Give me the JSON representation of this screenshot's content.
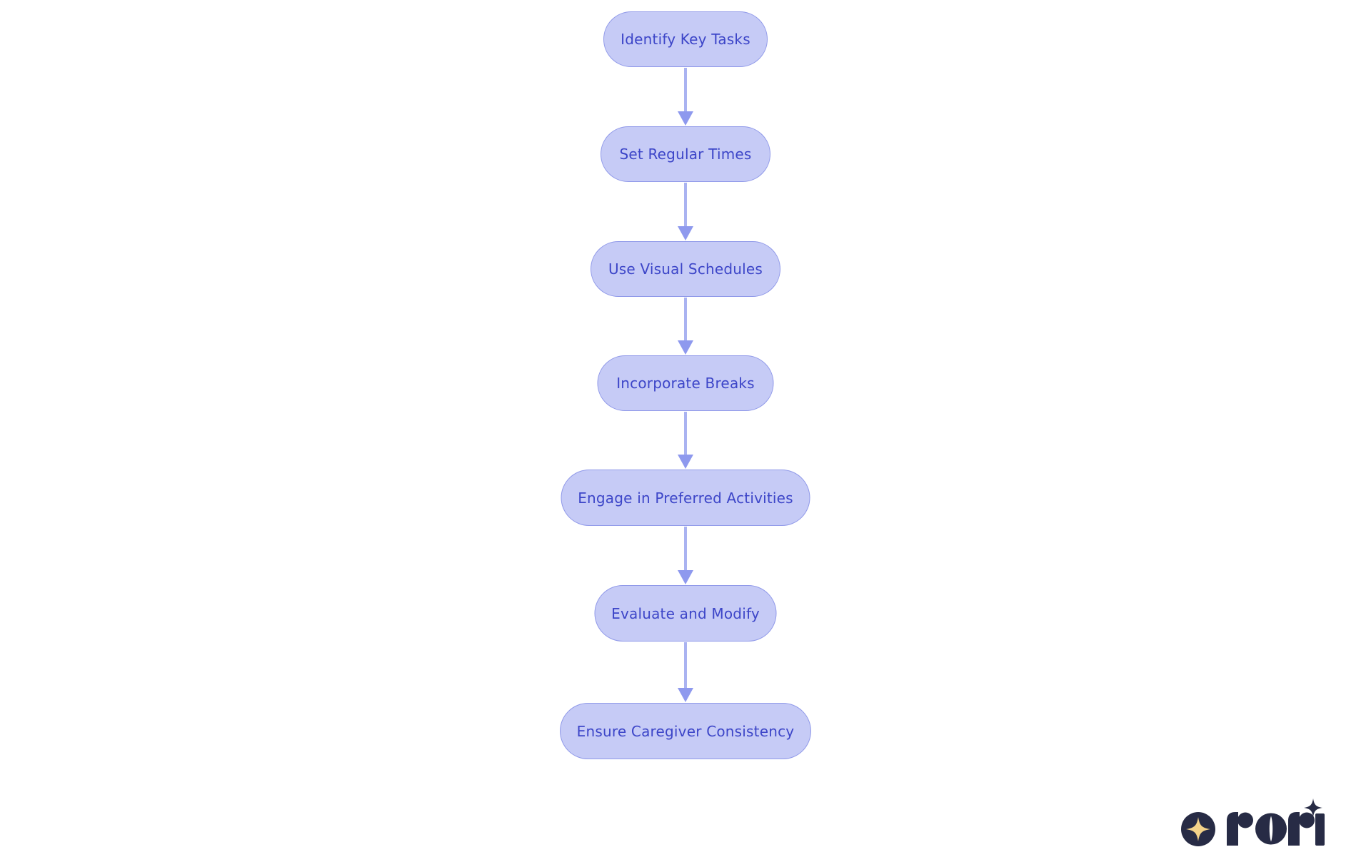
{
  "diagram": {
    "type": "flowchart",
    "direction": "top-down",
    "nodes": [
      {
        "label": "Identify Key Tasks"
      },
      {
        "label": "Set Regular Times"
      },
      {
        "label": "Use Visual Schedules"
      },
      {
        "label": "Incorporate Breaks"
      },
      {
        "label": "Engage in Preferred Activities"
      },
      {
        "label": "Evaluate and Modify"
      },
      {
        "label": "Ensure Caregiver Consistency"
      }
    ],
    "edges": [
      {
        "from": "Identify Key Tasks",
        "to": "Set Regular Times"
      },
      {
        "from": "Set Regular Times",
        "to": "Use Visual Schedules"
      },
      {
        "from": "Use Visual Schedules",
        "to": "Incorporate Breaks"
      },
      {
        "from": "Incorporate Breaks",
        "to": "Engage in Preferred Activities"
      },
      {
        "from": "Engage in Preferred Activities",
        "to": "Evaluate and Modify"
      },
      {
        "from": "Evaluate and Modify",
        "to": "Ensure Caregiver Consistency"
      }
    ],
    "colors": {
      "background": "#ffffff",
      "node_fill": "#c6cbf6",
      "node_border": "#9099e9",
      "node_text": "#3c45c8",
      "arrow_shaft": "#aab3f1",
      "arrow_head": "#8e99ee"
    }
  },
  "logo": {
    "brand": "rori",
    "colors": {
      "mark": "#272b45",
      "star": "#f3d289"
    }
  }
}
